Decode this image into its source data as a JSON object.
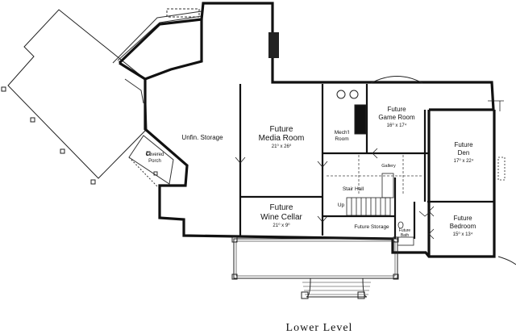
{
  "title": "Lower Level",
  "rooms": {
    "unfin_storage": {
      "name": "Unfin. Storage"
    },
    "media_room": {
      "line1": "Future",
      "line2": "Media Room",
      "dims": "21⁰ x 26⁰"
    },
    "mech_room": {
      "line1": "Mech'l",
      "line2": "Room"
    },
    "game_room": {
      "line1": "Future",
      "line2": "Game Room",
      "dims": "16⁰ x 17⁴"
    },
    "den": {
      "line1": "Future",
      "line2": "Den",
      "dims": "17⁰ x 22⁴"
    },
    "wine_cellar": {
      "line1": "Future",
      "line2": "Wine Cellar",
      "dims": "21⁰ x 9⁰"
    },
    "future_storage": {
      "name": "Future Storage"
    },
    "bedroom": {
      "line1": "Future",
      "line2": "Bedroom",
      "dims": "15⁰ x 13⁴"
    },
    "bath": {
      "line1": "Future",
      "line2": "Bath"
    },
    "gallery": {
      "name": "Gallery"
    },
    "stair_hall": {
      "name": "Stair Hall"
    },
    "up": {
      "name": "Up"
    },
    "covered_porch": {
      "line1": "Covered",
      "line2": "Porch"
    }
  }
}
